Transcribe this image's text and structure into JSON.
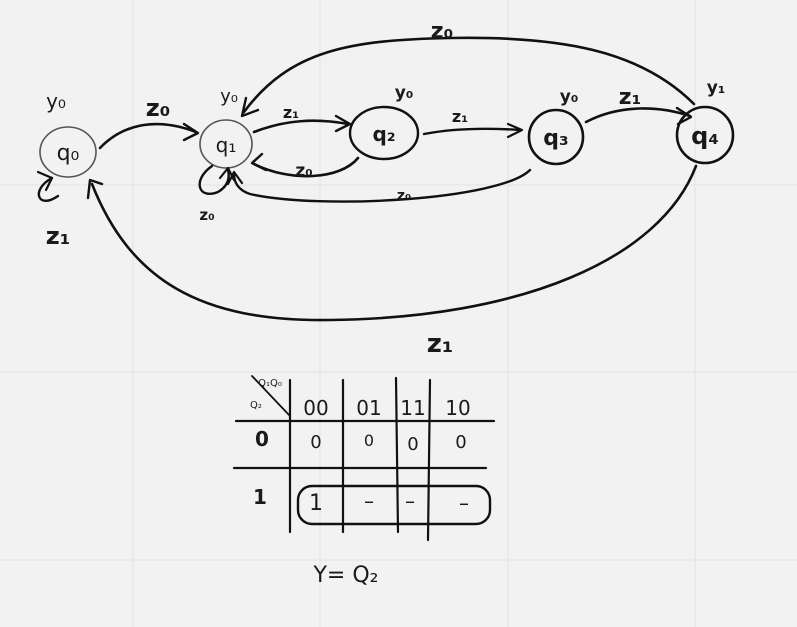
{
  "states": [
    {
      "id": "q0",
      "label": "q₀",
      "output": "y₀"
    },
    {
      "id": "q1",
      "label": "q₁",
      "output": "y₀"
    },
    {
      "id": "q2",
      "label": "q₂",
      "output": "y₀"
    },
    {
      "id": "q3",
      "label": "q₃",
      "output": "y₀"
    },
    {
      "id": "q4",
      "label": "q₄",
      "output": "y₁"
    }
  ],
  "transitions": [
    {
      "id": "q0-q0",
      "label": "z₁"
    },
    {
      "id": "q0-q1",
      "label": "z₀"
    },
    {
      "id": "q1-q1",
      "label": "z₀"
    },
    {
      "id": "q1-q2",
      "label": "z₁"
    },
    {
      "id": "q2-q1",
      "label": "z₀"
    },
    {
      "id": "q2-q3",
      "label": "z₁"
    },
    {
      "id": "q3-q1",
      "label": "z₀"
    },
    {
      "id": "q3-q4",
      "label": "z₁"
    },
    {
      "id": "q4-q1",
      "label": "z₀"
    },
    {
      "id": "q4-q0",
      "label": "z₁"
    }
  ],
  "kmap": {
    "corner_top": "Q₁Q₀",
    "corner_left": "Q₂",
    "col_headers": [
      "00",
      "01",
      "11",
      "10"
    ],
    "rows": [
      {
        "label": "0",
        "cells": [
          "0",
          "0",
          "0",
          "0"
        ]
      },
      {
        "label": "1",
        "cells": [
          "1",
          "–",
          "–",
          "–"
        ]
      }
    ]
  },
  "equation": "Y= Q₂"
}
